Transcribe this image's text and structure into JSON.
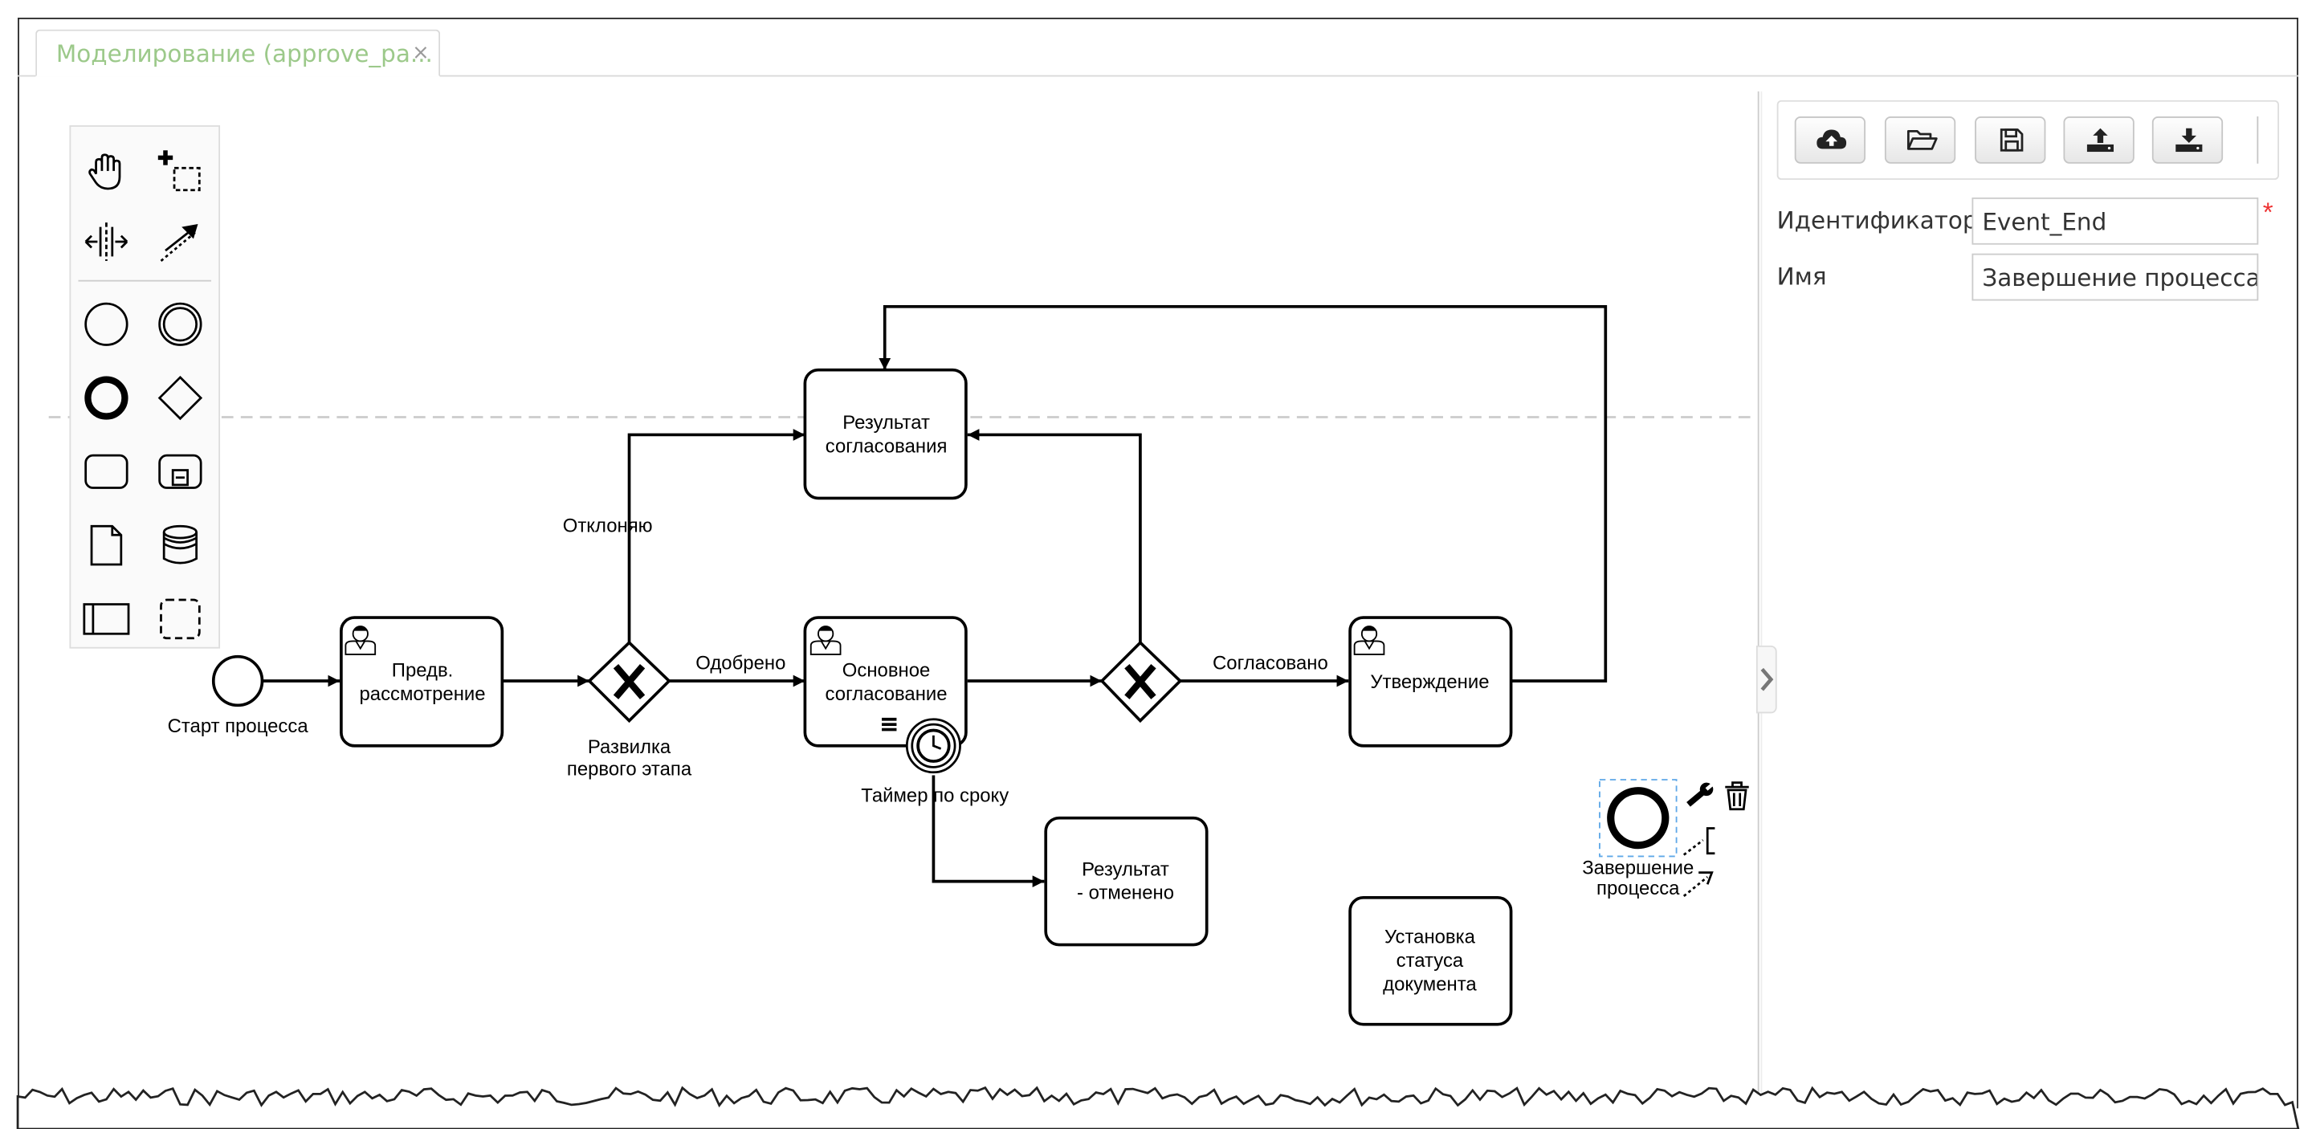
{
  "tab": {
    "title": "Моделирование (approve_pa...",
    "close": "×"
  },
  "palette": {
    "tools": [
      "hand-tool",
      "lasso-tool",
      "space-tool",
      "connect-tool"
    ],
    "shapes": [
      "start-event",
      "intermediate-event",
      "end-event",
      "gateway",
      "task",
      "subprocess",
      "data-object",
      "data-store",
      "participant",
      "group"
    ]
  },
  "diagram": {
    "nodes": {
      "start": {
        "label": "Старт процесса"
      },
      "task_prelim": {
        "line1": "Предв.",
        "line2": "рассмотрение"
      },
      "gw1": {
        "line1": "Развилка",
        "line2": "первого этапа"
      },
      "task_result": {
        "line1": "Результат",
        "line2": "согласования"
      },
      "task_main": {
        "line1": "Основное",
        "line2": "согласование"
      },
      "gw2": {},
      "task_approve": {
        "label": "Утверждение"
      },
      "timer": {
        "label": "Таймер по сроку"
      },
      "task_cancel": {
        "line1": "Результат",
        "line2": "- отменено"
      },
      "task_status": {
        "line1": "Установка",
        "line2": "статуса",
        "line3": "документа"
      },
      "end": {
        "line1": "Завершение",
        "line2": "процесса"
      }
    },
    "flow_labels": {
      "reject": "Отклоняю",
      "approved": "Одобрено",
      "agreed": "Согласовано"
    }
  },
  "properties": {
    "toolbar": [
      "cloud-upload-icon",
      "folder-open-icon",
      "save-icon",
      "upload-icon",
      "download-icon"
    ],
    "id_label": "Идентификатор",
    "id_value": "Event_End",
    "required_mark": "*",
    "name_label": "Имя",
    "name_value": "Завершение процесса"
  }
}
